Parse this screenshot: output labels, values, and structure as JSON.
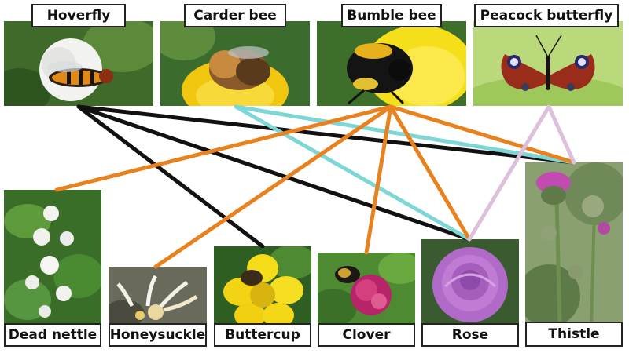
{
  "insects": [
    {
      "id": "hoverfly",
      "label": "Hoverfly"
    },
    {
      "id": "carder-bee",
      "label": "Carder bee"
    },
    {
      "id": "bumble-bee",
      "label": "Bumble bee"
    },
    {
      "id": "peacock-butterfly",
      "label": "Peacock butterfly"
    }
  ],
  "flowers": [
    {
      "id": "dead-nettle",
      "label": "Dead nettle"
    },
    {
      "id": "honeysuckle",
      "label": "Honeysuckle"
    },
    {
      "id": "buttercup",
      "label": "Buttercup"
    },
    {
      "id": "clover",
      "label": "Clover"
    },
    {
      "id": "rose",
      "label": "Rose"
    },
    {
      "id": "thistle",
      "label": "Thistle"
    }
  ],
  "links": [
    {
      "from": "hoverfly",
      "to": "buttercup",
      "color": "#111111"
    },
    {
      "from": "hoverfly",
      "to": "rose",
      "color": "#111111"
    },
    {
      "from": "hoverfly",
      "to": "thistle",
      "color": "#111111"
    },
    {
      "from": "carder-bee",
      "to": "rose",
      "color": "#7fd6d6"
    },
    {
      "from": "carder-bee",
      "to": "thistle",
      "color": "#7fd6d6"
    },
    {
      "from": "bumble-bee",
      "to": "dead-nettle",
      "color": "#e8821e"
    },
    {
      "from": "bumble-bee",
      "to": "honeysuckle",
      "color": "#e8821e"
    },
    {
      "from": "bumble-bee",
      "to": "clover",
      "color": "#e8821e"
    },
    {
      "from": "bumble-bee",
      "to": "rose",
      "color": "#e8821e"
    },
    {
      "from": "bumble-bee",
      "to": "thistle",
      "color": "#e8821e"
    },
    {
      "from": "peacock-butterfly",
      "to": "rose",
      "color": "#dcc0dc"
    },
    {
      "from": "peacock-butterfly",
      "to": "thistle",
      "color": "#dcc0dc"
    }
  ]
}
